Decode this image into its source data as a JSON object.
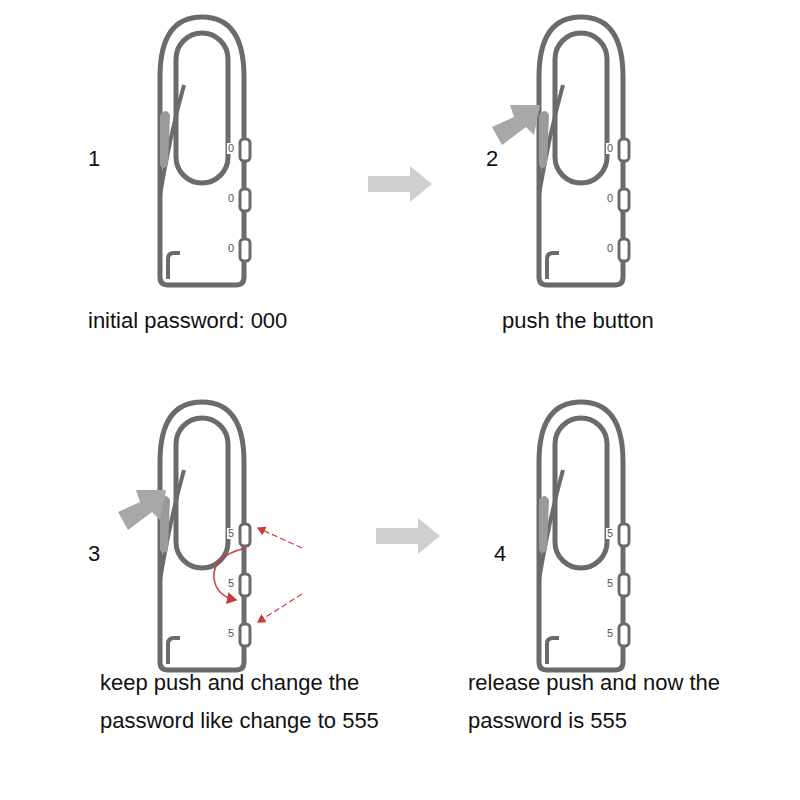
{
  "diagram": {
    "labels": [
      "1",
      "0",
      "0",
      "0",
      "initial password: 000",
      "2",
      "0",
      "0",
      "0",
      "push the button",
      "3",
      "5",
      "5",
      "5",
      "keep push and change the password like change to 555",
      "4",
      "5",
      "5",
      "5",
      "release push and now the password is 555"
    ]
  }
}
